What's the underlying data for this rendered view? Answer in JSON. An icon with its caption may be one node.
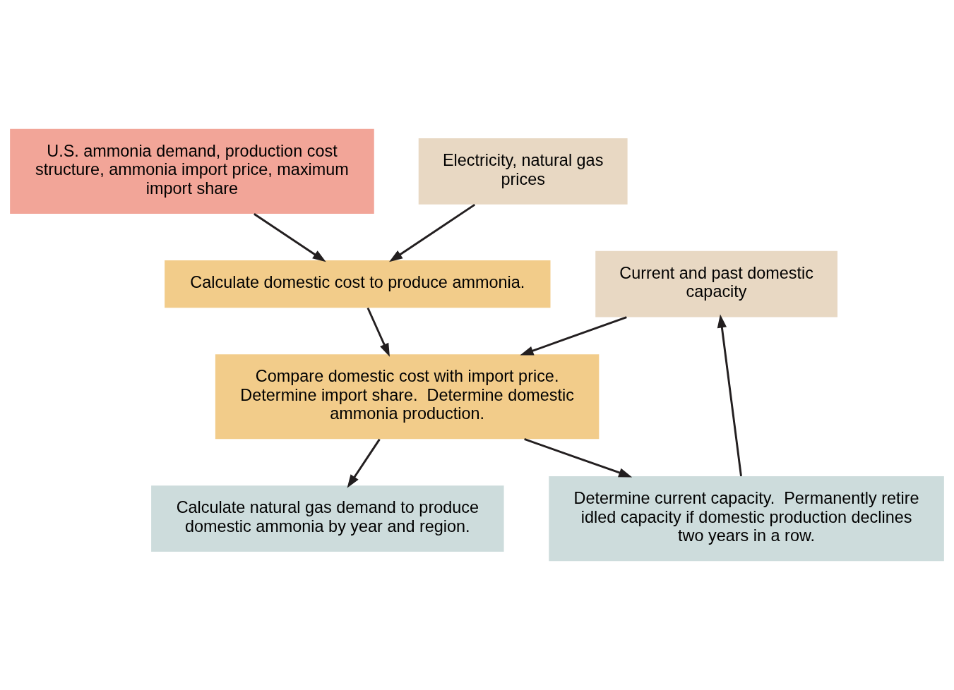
{
  "diagram": {
    "nodes": [
      {
        "text": [
          "U.S. ammonia demand, production cost structure, ammonia import price, maximum import share"
        ]
      },
      {
        "text": [
          "Electricity, natural gas prices"
        ]
      },
      {
        "text": [
          "Calculate domestic cost to produce ammonia."
        ]
      },
      {
        "text": [
          "Current and past domestic capacity"
        ]
      },
      {
        "text": [
          "Compare domestic cost with import price. Determine import share.  Determine domestic ammonia production."
        ]
      },
      {
        "text": [
          "Calculate natural gas demand to produce domestic ammonia by year and region."
        ]
      },
      {
        "text": [
          "Determine current capacity.  Permanently retire idled capacity if domestic production declines two years in a row."
        ]
      }
    ],
    "edges": [
      {
        "from": 0,
        "to": 2,
        "arrow": "to"
      },
      {
        "from": 1,
        "to": 2,
        "arrow": "to"
      },
      {
        "from": 2,
        "to": 4,
        "arrow": "to"
      },
      {
        "from": 3,
        "to": 4,
        "arrow": "to"
      },
      {
        "from": 4,
        "to": 5,
        "arrow": "to"
      },
      {
        "from": 4,
        "to": 6,
        "arrow": "to"
      },
      {
        "from": 6,
        "to": 3,
        "arrow": "to"
      }
    ]
  }
}
